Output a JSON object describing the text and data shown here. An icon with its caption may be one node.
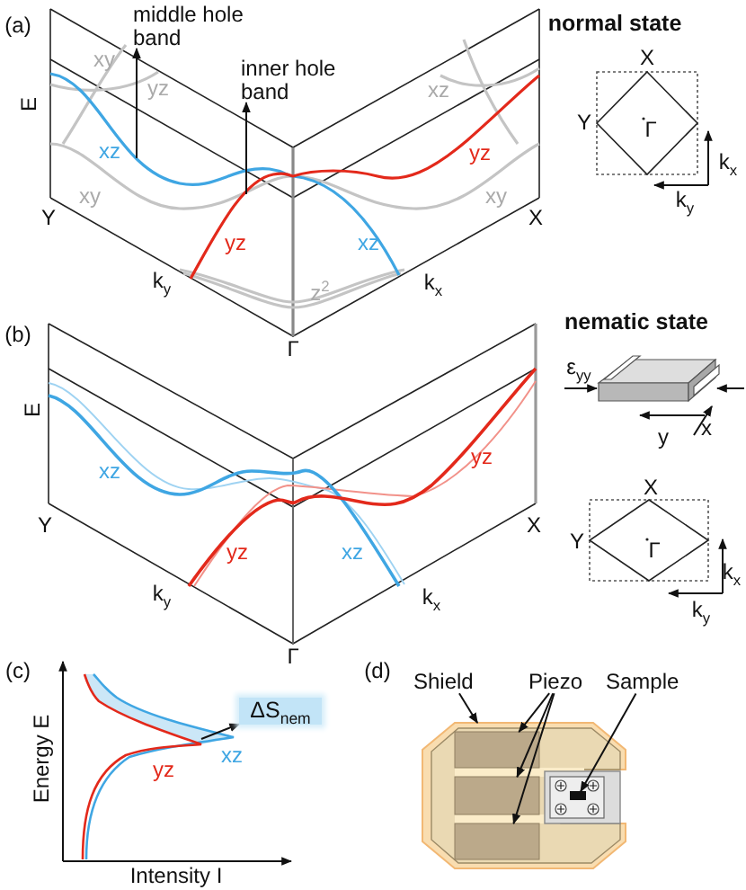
{
  "diagram": {
    "nodes": [
      {
        "text": [
          "middle hole band"
        ]
      },
      {
        "text": [
          "inner hole band"
        ]
      },
      {
        "text": [
          "ΔS$_{nem}$"
        ]
      },
      {
        "text": [
          "Shield"
        ]
      },
      {
        "text": [
          "Piezo"
        ]
      },
      {
        "text": [
          "Sample"
        ]
      },
      {
        "text": [],
        "shape": "box"
      },
      {
        "text": [],
        "shape": "bar",
        "in": 6
      },
      {
        "text": [],
        "shape": "bar",
        "in": 6
      },
      {
        "text": [],
        "shape": "bar",
        "in": 6
      },
      {
        "text": [],
        "shape": "box",
        "in": 6
      }
    ],
    "edges": [
      {
        "from": null,
        "to": 0,
        "arrow": "to"
      },
      {
        "from": null,
        "to": 1,
        "arrow": "to"
      },
      {
        "from": null,
        "to": 2,
        "arrow": "to"
      },
      {
        "from": 3,
        "to": 6,
        "arrow": "to"
      },
      {
        "from": 4,
        "to": 7,
        "arrow": "to"
      },
      {
        "from": 4,
        "to": 8,
        "arrow": "to"
      },
      {
        "from": 4,
        "to": 9,
        "arrow": "to"
      },
      {
        "from": 5,
        "to": 10,
        "arrow": "to"
      }
    ],
    "labels": [
      "(a)",
      "E",
      "xy",
      "yz",
      "xz",
      "xy",
      "Y",
      "yz",
      "xz",
      "k$_{y}$",
      "z$^{2}$",
      "k$_{x}$",
      "Γ",
      "xz",
      "yz",
      "xy",
      "X",
      "normal state",
      "X",
      "Y",
      "Γ",
      "k$_{x}$",
      "k$_{y}$",
      "(b)",
      "E",
      "xz",
      "Y",
      "yz",
      "xz",
      "k$_{y}$",
      "k$_{x}$",
      "yz",
      "X",
      "Γ",
      "nematic state",
      "ε$_{yy}$",
      "y",
      "x",
      "X",
      "Y",
      "Γ",
      "k$_{x}$",
      "k$_{y}$",
      "(c)",
      "Energy E",
      "yz",
      "xz",
      "Intensity I",
      "(d)"
    ]
  }
}
